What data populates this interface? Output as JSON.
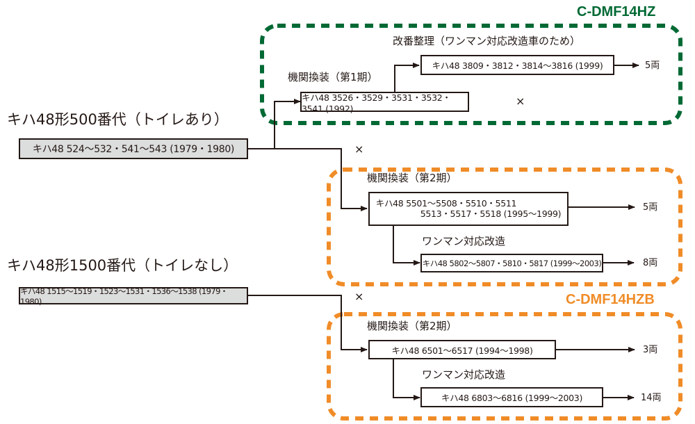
{
  "colors": {
    "group_green": "#006934",
    "group_orange": "#f08c28",
    "line": "#231815",
    "source_box_fill": "#dcdddd"
  },
  "sources": [
    {
      "title": "キハ48形500番代（トイレあり）",
      "box": "キハ48 524〜532・541〜543 (1979・1980)"
    },
    {
      "title": "キハ48形1500番代（トイレなし）",
      "box": "キハ48 1515〜1519・1523〜1531・1536〜1538 (1979・1980)"
    }
  ],
  "groups": [
    {
      "name": "C-DMF14HZ",
      "color": "green",
      "steps": [
        {
          "label": "機関換装（第1期）",
          "box": "キハ48 3526・3529・3531・3532・3541 (1992)",
          "result": "×"
        },
        {
          "label": "改番整理（ワンマン対応改造車のため）",
          "box": "キハ48 3809・3812・3814〜3816 (1999)",
          "result": "5両"
        }
      ]
    },
    {
      "name": "",
      "color": "orange",
      "steps": [
        {
          "label": "機関換装（第2期）",
          "box_line1": "キハ48 5501〜5508・5510・5511",
          "box_line2": "5513・5517・5518 (1995〜1999)",
          "result": "5両"
        },
        {
          "label": "ワンマン対応改造",
          "box": "キハ48 5802〜5807・5810・5817 (1999〜2003)",
          "result": "8両"
        }
      ]
    },
    {
      "name": "C-DMF14HZB",
      "color": "orange",
      "steps": [
        {
          "label": "機関換装（第2期）",
          "box": "キハ48 6501〜6517 (1994〜1998)",
          "result": "3両"
        },
        {
          "label": "ワンマン対応改造",
          "box": "キハ48 6803〜6816 (1999〜2003)",
          "result": "14両"
        }
      ]
    }
  ],
  "unmodified_marks": [
    "×",
    "×"
  ]
}
